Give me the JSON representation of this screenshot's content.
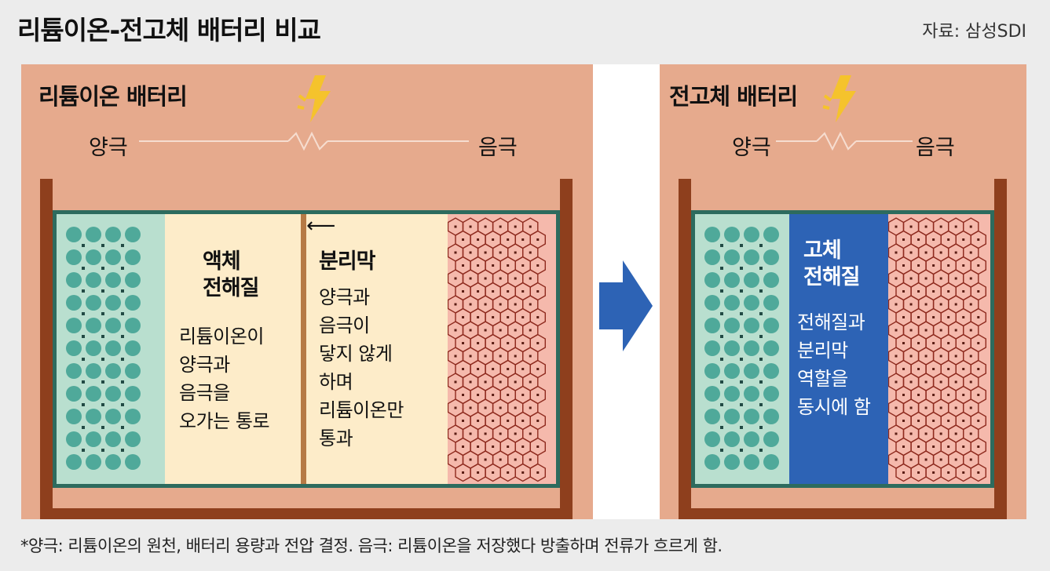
{
  "title": "리튬이온-전고체 배터리 비교",
  "source": "자료: 삼성SDI",
  "footnote": "*양극: 리튬이온의 원천, 배터리 용량과 전압 결정. 음극: 리튬이온을 저장했다 방출하며 전류가 흐르게 함.",
  "left_panel": {
    "title": "리튬이온 배터리",
    "anode_label": "양극",
    "cathode_label": "음극",
    "electrolyte": {
      "title_lines": [
        "액체",
        "전해질"
      ],
      "body_lines": [
        "리튬이온이",
        "양극과",
        "음극을",
        "오가는 통로"
      ]
    },
    "separator": {
      "title": "분리막",
      "body_lines": [
        "양극과",
        "음극이",
        "닿지 않게",
        "하며",
        "리튬이온만",
        "통과"
      ]
    }
  },
  "right_panel": {
    "title": "전고체 배터리",
    "anode_label": "양극",
    "cathode_label": "음극",
    "electrolyte": {
      "title_lines": [
        "고체",
        "전해질"
      ],
      "body_lines": [
        "전해질과",
        "분리막",
        "역할을",
        "동시에 함"
      ]
    }
  },
  "colors": {
    "panel_bg": "#e6aa8d",
    "anode": "#b9dfcf",
    "liquid_electrolyte": "#fdecc9",
    "cathode": "#f5b9ac",
    "solid_electrolyte": "#2d63b5",
    "arrow": "#2d63b5"
  },
  "icons": [
    "lightning-bolt-icon",
    "resistor-icon",
    "plus-icon",
    "minus-icon",
    "right-arrow-icon",
    "left-arrow-icon"
  ]
}
